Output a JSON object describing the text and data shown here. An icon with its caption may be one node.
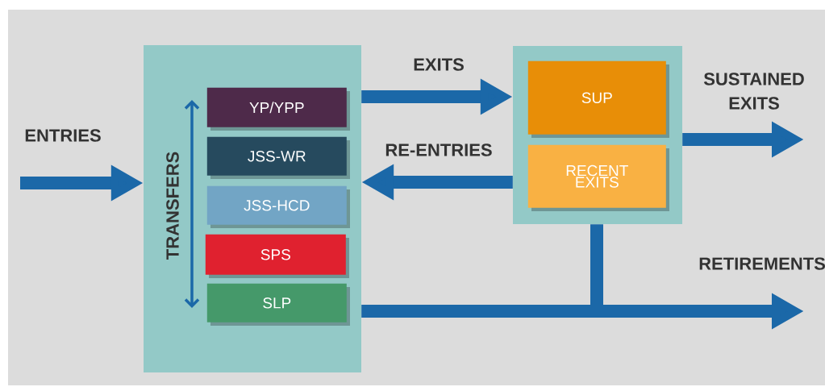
{
  "diagram": {
    "nodes": [
      {
        "text": [],
        "shape": "box"
      },
      {
        "text": [
          "YP/YPP"
        ],
        "in": 0
      },
      {
        "text": [
          "JSS-WR"
        ],
        "in": 0
      },
      {
        "text": [
          "JSS-HCD"
        ],
        "in": 0
      },
      {
        "text": [
          "SPS"
        ],
        "in": 0
      },
      {
        "text": [
          "SLP"
        ],
        "in": 0
      },
      {
        "text": [],
        "shape": "box"
      },
      {
        "text": [
          "SUP"
        ],
        "in": 6
      },
      {
        "text": [
          "RECENT EXITS"
        ],
        "in": 6
      }
    ],
    "edges": [
      {
        "from": null,
        "to": 0,
        "arrow": "to",
        "label": "ENTRIES"
      },
      {
        "from": 0,
        "to": 6,
        "arrow": "to",
        "label": "EXITS"
      },
      {
        "from": 6,
        "to": 0,
        "arrow": "to",
        "label": "RE-ENTRIES"
      },
      {
        "from": 6,
        "to": null,
        "arrow": "to",
        "label": "SUSTAINED EXITS"
      },
      {
        "from": 0,
        "to": null,
        "arrow": "to",
        "label": "RETIREMENTS"
      },
      {
        "from": 6,
        "to": null,
        "arrow": "none"
      }
    ],
    "labels": [
      "TRANSFERS"
    ]
  }
}
